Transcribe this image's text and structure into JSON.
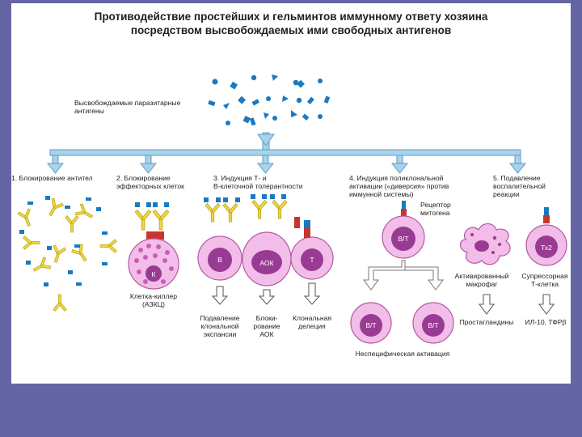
{
  "title_line1": "Противодействие простейших и гельминтов иммунному ответу хозяина",
  "title_line2": "посредством высвобождаемых ими свободных антигенов",
  "antigens_label": [
    "Высвобождаемые паразитарные",
    "антигены"
  ],
  "mechanisms": [
    {
      "lines": [
        "1. Блокирование антител"
      ]
    },
    {
      "lines": [
        "2. Блокирование",
        "эффекторных клеток"
      ]
    },
    {
      "lines": [
        "3. Индукция Т- и",
        "В-клеточной толерантности"
      ]
    },
    {
      "lines": [
        "4. Индукция поликлональной",
        "активации («диверсия» против",
        "иммунной системы)"
      ]
    },
    {
      "lines": [
        "5. Подавление",
        "воспалительной реакции"
      ]
    }
  ],
  "cells": {
    "killer": "К",
    "b": "B",
    "aok": "АОК",
    "t": "T",
    "bt": "B/T",
    "th2": "Тх2"
  },
  "captions": {
    "killer_cell": [
      "Клетка-киллер",
      "(АЗКЦ)"
    ],
    "mitogen_receptor": [
      "Рецептор",
      "митогена"
    ],
    "activated_macrophage": [
      "Активированный",
      "макрофаг"
    ],
    "suppressor_t": [
      "Супрессорная",
      "Т-клетка"
    ],
    "clonal_suppression": [
      "Подавление",
      "клональной",
      "экспансии"
    ],
    "aok_block": [
      "Блоки-",
      "рование",
      "АОК"
    ],
    "clonal_deletion": [
      "Клональная",
      "делеция"
    ],
    "nonspecific_activation": "Неспецифическая активация",
    "prostaglandins": "Простагландины",
    "il10_tgf": "ИЛ-10, ТФРβ"
  },
  "colors": {
    "background": "#6466a3",
    "arrow_blue": "#a8d3ea",
    "arrow_blue_edge": "#5c9ec4",
    "antigen_blue": "#1b79c0",
    "antibody_yellow": "#f0d63a",
    "cell_pink": "#f2bde8",
    "nucleus_purple": "#9a3b93"
  }
}
